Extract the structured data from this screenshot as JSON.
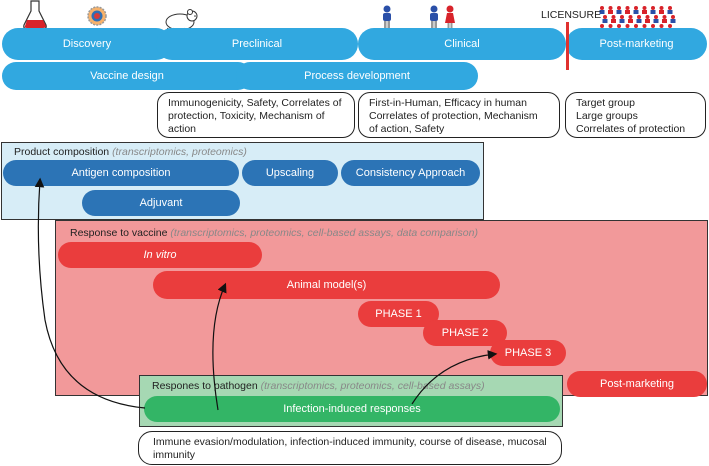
{
  "stages": {
    "discovery": "Discovery",
    "preclinical": "Preclinical",
    "clinical": "Clinical",
    "post_marketing": "Post-marketing",
    "vaccine_design": "Vaccine design",
    "process_development": "Process development",
    "licensure": "LICENSURE"
  },
  "notes": {
    "preclinical": "Immunogenicity, Safety, Correlates of protection, Toxicity, Mechanism of action",
    "clinical": "First-in-Human, Efficacy in human Correlates of protection, Mechanism of action, Safety",
    "post_marketing": "Target group\nLarge groups\nCorrelates of protection"
  },
  "product_composition": {
    "title": "Product composition ",
    "methods": "(transcriptomics, proteomics)",
    "antigen": "Antigen composition",
    "upscaling": "Upscaling",
    "consistency": "Consistency Approach",
    "adjuvant": "Adjuvant"
  },
  "response_vaccine": {
    "title": "Response to vaccine ",
    "methods": "(transcriptomics, proteomics, cell-based assays, data comparison)",
    "in_vitro": "In vitro",
    "animal": "Animal model(s)",
    "phase1": "PHASE 1",
    "phase2": "PHASE 2",
    "phase3": "PHASE 3",
    "post_marketing": "Post-marketing"
  },
  "response_pathogen": {
    "title": "Respones to pathogen ",
    "methods": "(transcriptomics, proteomics, cell-based assays)",
    "infection": "Infection-induced responses",
    "note": "Immune evasion/modulation, infection-induced immunity, course of disease, mucosal immunity"
  },
  "colors": {
    "stage_blue": "#31a8e0",
    "product_blue": "#2c74b6",
    "vaccine_red": "#ea3d3d",
    "pathogen_green": "#33b566",
    "licensure_line": "#e0312f"
  },
  "icons": [
    "flask-icon",
    "virus-icon",
    "mouse-icon",
    "person-icon",
    "people-pair-icon",
    "crowd-icon"
  ]
}
